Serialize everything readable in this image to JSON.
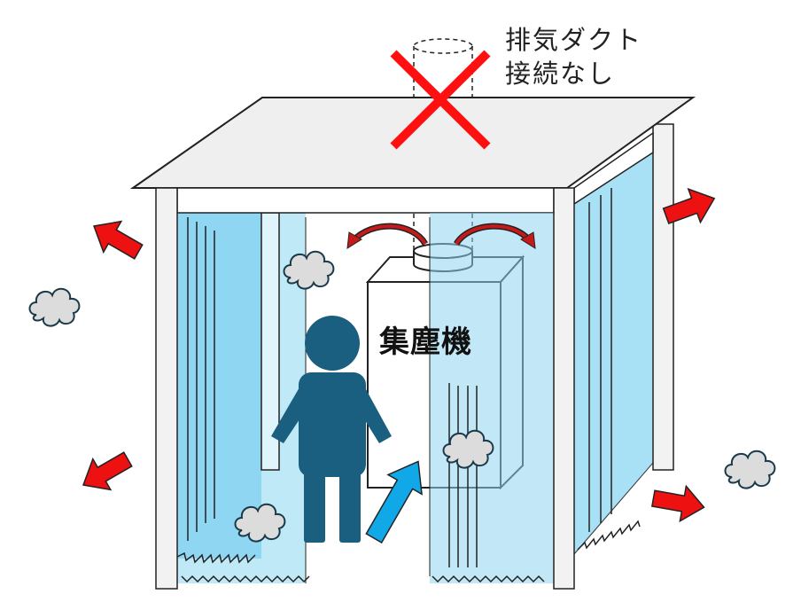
{
  "duct_note": {
    "line1": "排気ダクト",
    "line2": "接続なし"
  },
  "machine_label": "集塵機",
  "colors": {
    "curtain": "#bfe9f7",
    "curtain_dark": "#8fd6f2",
    "person": "#1a5f80",
    "red_arrow": "#ee1111",
    "blue_arrow": "#11a8e8",
    "cross": "#ff1010",
    "dust": "#dcdcdc"
  }
}
